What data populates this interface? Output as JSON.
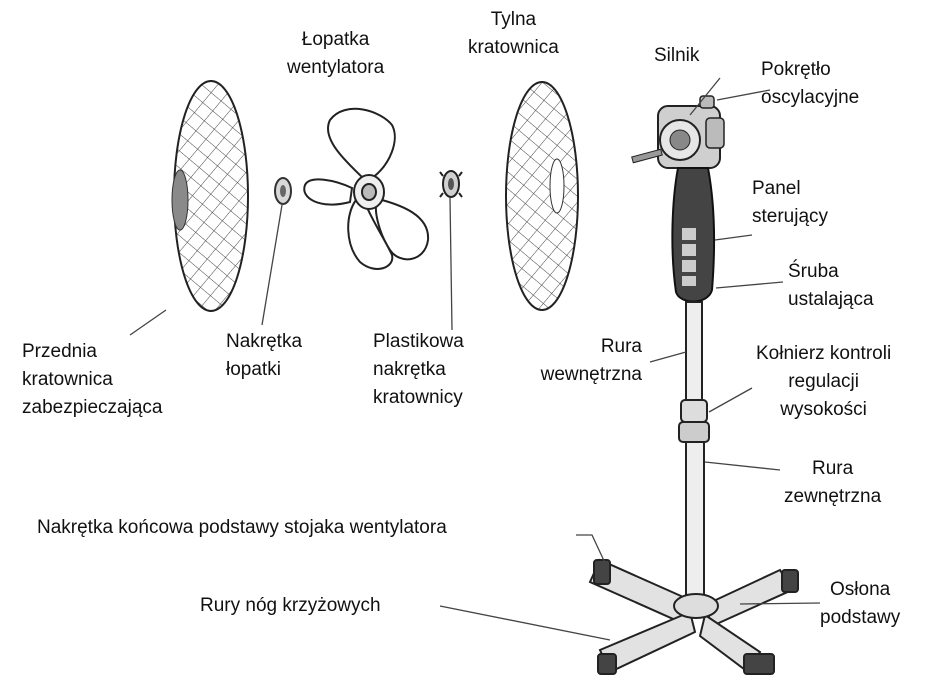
{
  "labels": {
    "fan_blade": [
      "Łopatka",
      "wentylatora"
    ],
    "rear_grill": [
      "Tylna",
      "kratownica"
    ],
    "motor": [
      "Silnik"
    ],
    "oscillation_knob": [
      "Pokrętło",
      "oscylacyjne"
    ],
    "control_panel": [
      "Panel",
      "sterujący"
    ],
    "fixing_screw": [
      "Śruba",
      "ustalająca"
    ],
    "front_grill": [
      "Przednia",
      "kratownica",
      "zabezpieczająca"
    ],
    "blade_nut": [
      "Nakrętka",
      "łopatki"
    ],
    "grill_nut": [
      "Plastikowa",
      "nakrętka",
      "kratownicy"
    ],
    "inner_tube": [
      "Rura",
      "wewnętrzna"
    ],
    "height_collar": [
      "Kołnierz kontroli",
      "regulacji",
      "wysokości"
    ],
    "outer_tube": [
      "Rura",
      "zewnętrzna"
    ],
    "end_cap": [
      "Nakrętka końcowa podstawy stojaka wentylatora"
    ],
    "cross_legs": [
      "Rury nóg krzyżowych"
    ],
    "base_cover": [
      "Osłona",
      "podstawy"
    ]
  }
}
